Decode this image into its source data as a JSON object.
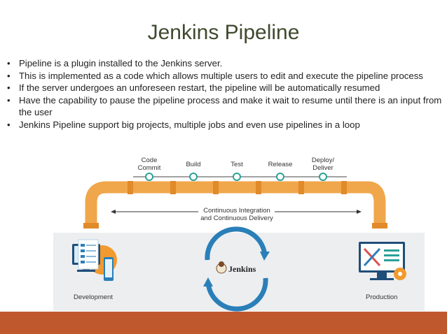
{
  "title": "Jenkins Pipeline",
  "bullets": [
    "Pipeline is a plugin installed to the Jenkins server.",
    "This is implemented as a code which allows multiple users to edit and execute the pipeline process",
    "If the server undergoes an unforeseen restart, the pipeline will be automatically resumed",
    "Have the capability to pause the pipeline process and make it wait to resume until there is an input from the user",
    "Jenkins Pipeline support big projects, multiple jobs and even use pipelines in a loop"
  ],
  "diagram": {
    "stages": [
      {
        "line1": "Code",
        "line2": "Commit"
      },
      {
        "line1": "Build",
        "line2": ""
      },
      {
        "line1": "Test",
        "line2": ""
      },
      {
        "line1": "Release",
        "line2": ""
      },
      {
        "line1": "Deploy/",
        "line2": "Deliver"
      }
    ],
    "ci_cd_line1": "Continuous Integration",
    "ci_cd_line2": "and Continuous Delivery",
    "jenkins_label": "Jenkins",
    "left_label": "Development",
    "right_label": "Production",
    "pipe_color": "#f0a64a",
    "accent_color": "#2a7fb8",
    "bottom_bar_color": "#c0582e"
  }
}
